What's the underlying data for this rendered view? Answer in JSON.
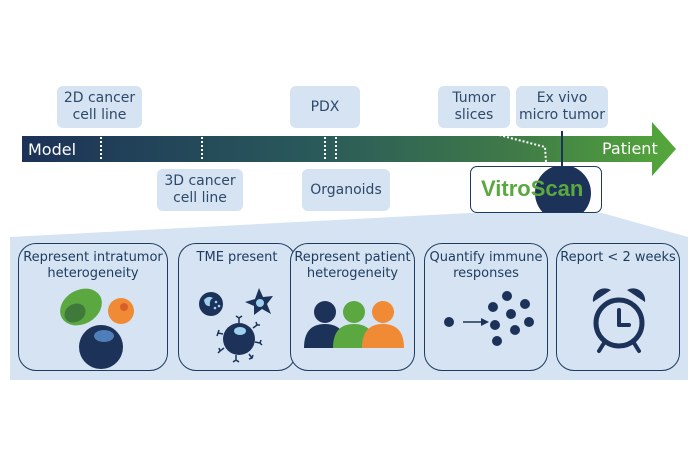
{
  "axis": {
    "start_label": "Model",
    "end_label": "Patient",
    "gradient_start": "#1c3258",
    "gradient_end": "#4fa23c"
  },
  "models_above": [
    {
      "label": "2D cancer\ncell line"
    },
    {
      "label": "PDX"
    },
    {
      "label": "Tumor\nslices"
    },
    {
      "label": "Ex vivo\nmicro tumor"
    }
  ],
  "models_below": [
    {
      "label": "3D cancer\ncell line"
    },
    {
      "label": "Organoids"
    }
  ],
  "logo": {
    "part1": "Vitro",
    "part2": "Scan",
    "text_color": "#5aa83f",
    "circle_color": "#1c3258"
  },
  "features": [
    {
      "title": "Represent intratumor\nheterogeneity",
      "icon": "cells-icon"
    },
    {
      "title": "TME present",
      "icon": "immune-cells-icon"
    },
    {
      "title": "Represent patient\nheterogeneity",
      "icon": "people-icon"
    },
    {
      "title": "Quantify immune\nresponses",
      "icon": "cell-expansion-icon"
    },
    {
      "title": "Report < 2 weeks",
      "icon": "alarm-clock-icon"
    }
  ],
  "colors": {
    "navy": "#1c3258",
    "green": "#5aa83f",
    "orange": "#f08a35",
    "panel_bg": "#d5e3f3"
  }
}
